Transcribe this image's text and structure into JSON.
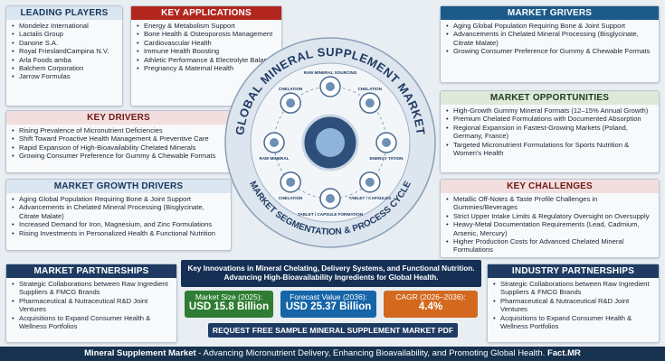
{
  "leading_players": {
    "title": "LEADING PLAYERS",
    "items": [
      "Mondelez International",
      "Lactalis Group",
      "Danone S.A.",
      "Royal FrieslandCampina N.V.",
      "Arla Foods amba",
      "Balchem Corporation",
      "Jarrow Formulas"
    ]
  },
  "key_applications": {
    "title": "KEY APPLICATIONS",
    "items": [
      "Energy & Metabolism Support",
      "Bone Health & Osteoporosis Management",
      "Cardiovascular Health",
      "Immune Health Boosting",
      "Athletic Performance & Electrolyte Balance",
      "Pregnancy & Maternal Health"
    ]
  },
  "market_drivers_top": {
    "title": "MARKET GRIVERS",
    "items": [
      "Aging Global Population Requiring Bone & Joint Support",
      "Advancements in Chelated Mineral Processing (Bisglycinate, Citrate Malate)",
      "Growing Consumer Preference for Gummy & Chewable Formats"
    ]
  },
  "key_drivers": {
    "title": "KEY DRIVERS",
    "items": [
      "Rising Prevalence of Micronutrient Deficiencies",
      "Shift Toward Proactive Health Management & Preventive Care",
      "Rapid Expansion of High-Bioavailability Chelated Minerals",
      "Growing Consumer Preference for Gummy & Chewable Formats"
    ]
  },
  "market_opportunities": {
    "title": "MARKET OPPORTUNITIES",
    "items": [
      "High-Growth Gummy Mineral Formats (12–15% Annual Growth)",
      "Premium Chelated Formulations with Documented Absorption",
      "Regional Expansion in Fastest-Growing Markets (Poland, Germany, France)",
      "Targeted Micronutrient Formulations for Sports Nutrition & Women's Health"
    ]
  },
  "growth_drivers": {
    "title": "MARKET GROWTH DRIVERS",
    "items": [
      "Aging Global Population Requiring Bone & Joint Support",
      "Advancements in Chelated Mineral Processing (Bisglycinate, Citrate Malate)",
      "Increased Demand for Iron, Magnesium, and Zinc Formulations",
      "Rising Investments in Personalized Health & Functional Nutrition"
    ]
  },
  "key_challenges": {
    "title": "KEY CHALLENGES",
    "items": [
      "Metallic Off-Notes & Taste Profile Challenges in Gummies/Beverages",
      "Strict Upper Intake Limits & Regulatory Oversight on Oversupply",
      "Heavy-Metal Documentation Requirements (Lead, Cadmium, Arsenic, Mercury)",
      "Higher Production Costs for Advanced Chelated Mineral Formulations"
    ]
  },
  "market_partnerships": {
    "title": "MARKET PARTNERSHIPS",
    "items": [
      "Strategic Collaborations between Raw Ingredient Suppliers & FMCG Brands",
      "Pharmaceutical & Nutraceutical R&D Joint Ventures",
      "Acquisitions to Expand Consumer Health & Wellness Portfolios"
    ]
  },
  "industry_partnerships": {
    "title": "INDUSTRY PARTNERSHIPS",
    "items": [
      "Strategic Collaborations between Raw Ingredient Suppliers & FMCG Brands",
      "Pharmaceutical & Nutraceutical R&D Joint Ventures",
      "Acquisitions to Expand Consumer Health & Wellness Portfolios"
    ]
  },
  "circle": {
    "arc_top": "GLOBAL MINERAL SUPPLEMENT MARKET",
    "arc_bottom": "MARKET SEGMENTATION & PROCESS CYCLE",
    "nodes": [
      "RAW MINERAL SOURCING",
      "CHELATION",
      "ENERGY TATION",
      "TABLET / CAPSULES",
      "TABLET / CAPSULE FORMATION",
      "CHELATION",
      "RAW MINERAL",
      "CHELATION"
    ]
  },
  "banner": {
    "line1": "Key Innovations in Mineral Chelating, Delivery Systems, and Functional Nutrition.",
    "line2": "Advancing High-Bioavailability Ingredients for Global Health."
  },
  "metrics": [
    {
      "label": "Market Size (2025):",
      "value": "USD 15.8 Billion",
      "color": "#2e7d32"
    },
    {
      "label": "Forecast Value (2036):",
      "value": "USD 25.37 Billion",
      "color": "#1565a8"
    },
    {
      "label": "CAGR (2026–2036):",
      "value": "4.4%",
      "color": "#d2691e"
    }
  ],
  "cta": "REQUEST FREE SAMPLE MINERAL SUPPLEMENT MARKET PDF",
  "footer": {
    "bold": "Mineral Supplement Market",
    "rest": " - Advancing Micronutrient Delivery, Enhancing Bioavailability, and Promoting Global Health.",
    "brand": "Fact.MR"
  },
  "colors": {
    "navy": "#1f3b63",
    "red": "#b3261e",
    "green": "#2f6b2f"
  }
}
